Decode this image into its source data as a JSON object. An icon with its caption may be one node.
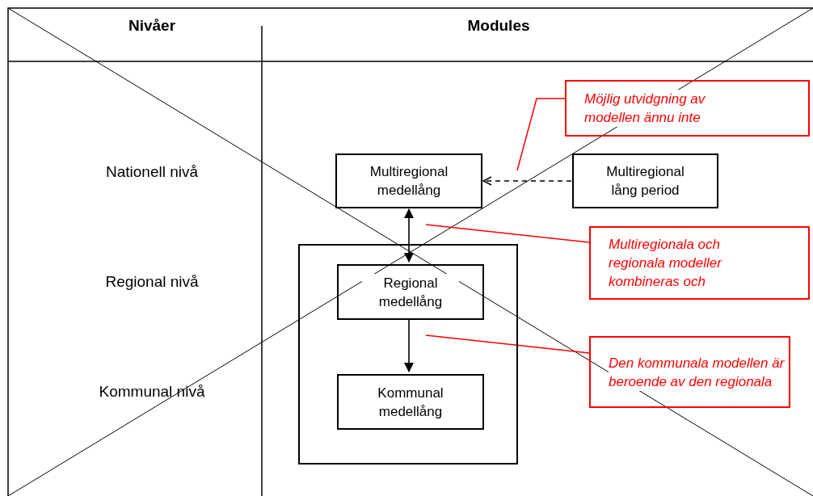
{
  "diagram": {
    "nodes": [
      {
        "text": [
          "Multiregional medellång"
        ]
      },
      {
        "text": [
          "Multiregional lång period"
        ]
      },
      {
        "text": [
          "Möjlig utvidgning av modellen ännu inte"
        ]
      },
      {
        "text": [],
        "shape": "box"
      },
      {
        "text": [
          "Regional medellång"
        ],
        "in": 3
      },
      {
        "text": [
          "Kommunal medellång"
        ],
        "in": 3
      },
      {
        "text": [
          "Multiregionala och regionala modeller kombineras och"
        ]
      },
      {
        "text": [
          "Den kommunala modellen är beroende av den regionala"
        ]
      }
    ],
    "edges": [
      {
        "from": 1,
        "to": 0,
        "arrow": "to",
        "style": "dashed"
      },
      {
        "from": 0,
        "to": 4,
        "arrow": "both"
      },
      {
        "from": 4,
        "to": 5,
        "arrow": "to"
      },
      {
        "from": 2,
        "to": null,
        "arrow": "none",
        "color": "#ff0000"
      },
      {
        "from": 6,
        "to": null,
        "arrow": "none",
        "color": "#ff0000"
      },
      {
        "from": 7,
        "to": null,
        "arrow": "none",
        "color": "#ff0000"
      }
    ],
    "labels": [
      "Nivåer",
      "Modules",
      "Nationell nivå",
      "Regional nivå",
      "Kommunal nivå"
    ]
  }
}
